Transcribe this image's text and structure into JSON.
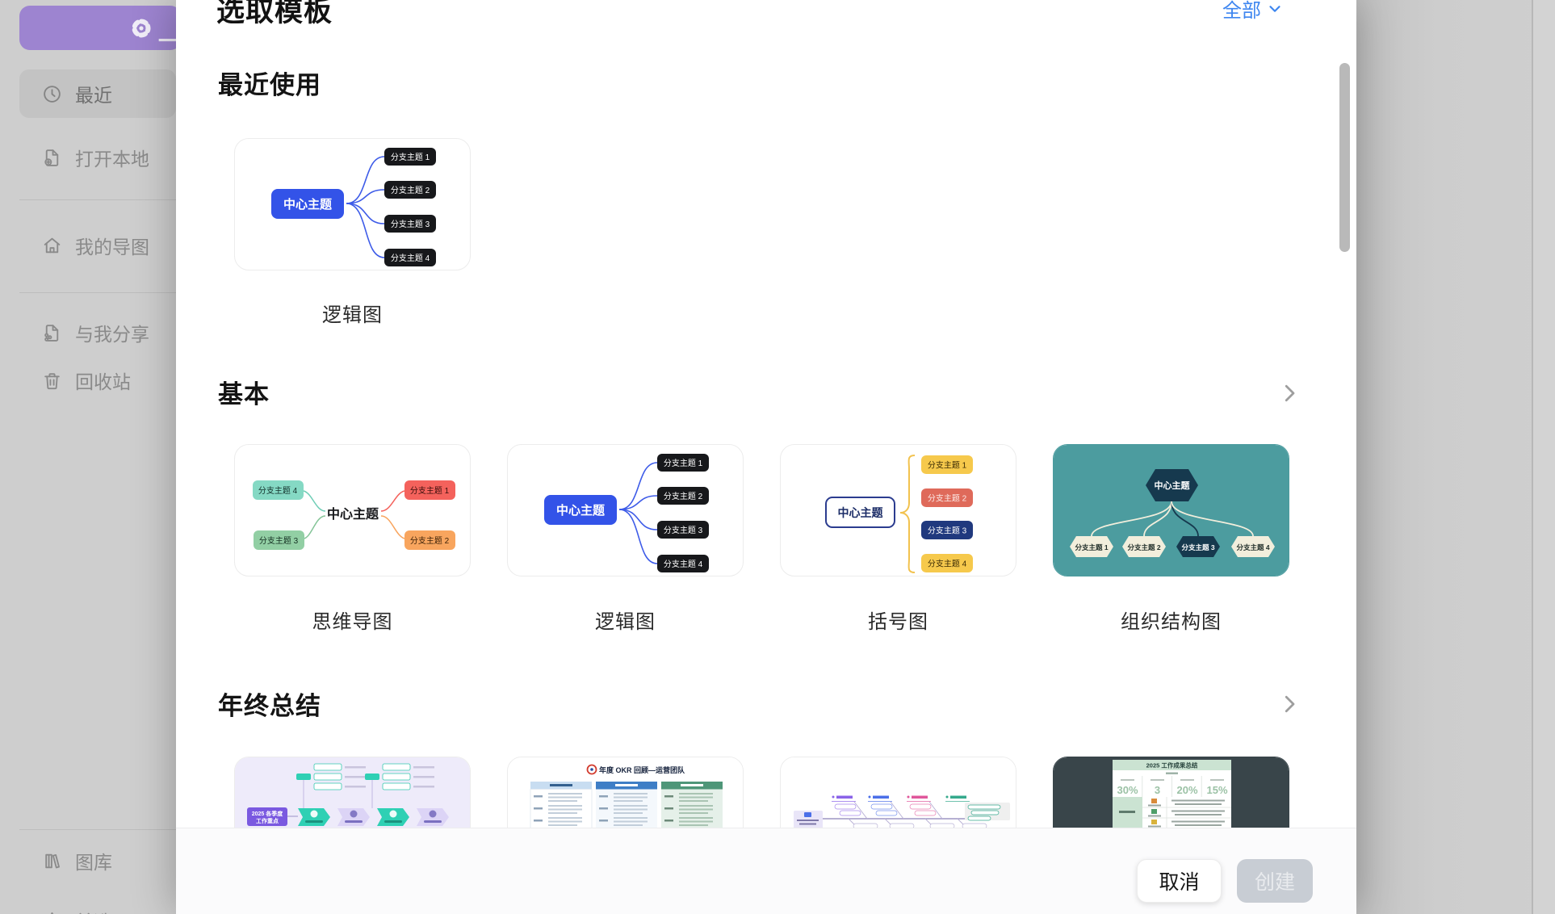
{
  "app": {
    "sidebar": {
      "new_button_label": "一",
      "items": [
        {
          "label": "最近",
          "icon": "clock-icon",
          "active": true
        },
        {
          "label": "打开本地",
          "icon": "file-plus-icon"
        },
        {
          "label": "我的导图",
          "icon": "home-icon"
        },
        {
          "label": "与我分享",
          "icon": "file-share-icon"
        },
        {
          "label": "回收站",
          "icon": "trash-icon"
        },
        {
          "label": "图库",
          "icon": "library-icon"
        },
        {
          "label": "首选项",
          "icon": "gear-icon"
        }
      ]
    }
  },
  "modal": {
    "title": "选取模板",
    "filter_label": "全部",
    "sections": {
      "recent": {
        "title": "最近使用"
      },
      "basic": {
        "title": "基本"
      },
      "yearend": {
        "title": "年终总结"
      }
    },
    "preview": {
      "central": "中心主题",
      "branch1": "分支主题 1",
      "branch2": "分支主题 2",
      "branch3": "分支主题 3",
      "branch4": "分支主题 4"
    },
    "templates": {
      "recent": [
        {
          "name": "逻辑图"
        }
      ],
      "basic": [
        {
          "name": "思维导图"
        },
        {
          "name": "逻辑图"
        },
        {
          "name": "括号图"
        },
        {
          "name": "组织结构图"
        }
      ]
    },
    "thumbs": {
      "quarterly_line1": "2025 各季度",
      "quarterly_line2": "工作重点",
      "okr_title": "年度 OKR 回顾—运营团队",
      "summary_title": "2025 工作成果总结",
      "summary_stats": [
        "30%",
        "3",
        "20%",
        "15%"
      ]
    },
    "footer": {
      "cancel": "取消",
      "create": "创建"
    }
  },
  "colors": {
    "accent_blue": "#3353E8",
    "link_blue": "#3E86F0",
    "org_teal": "#4C9C9F",
    "purple": "#7A59E0",
    "mint": "#2FD0B4",
    "disabled_button": "#C8CDD4"
  }
}
